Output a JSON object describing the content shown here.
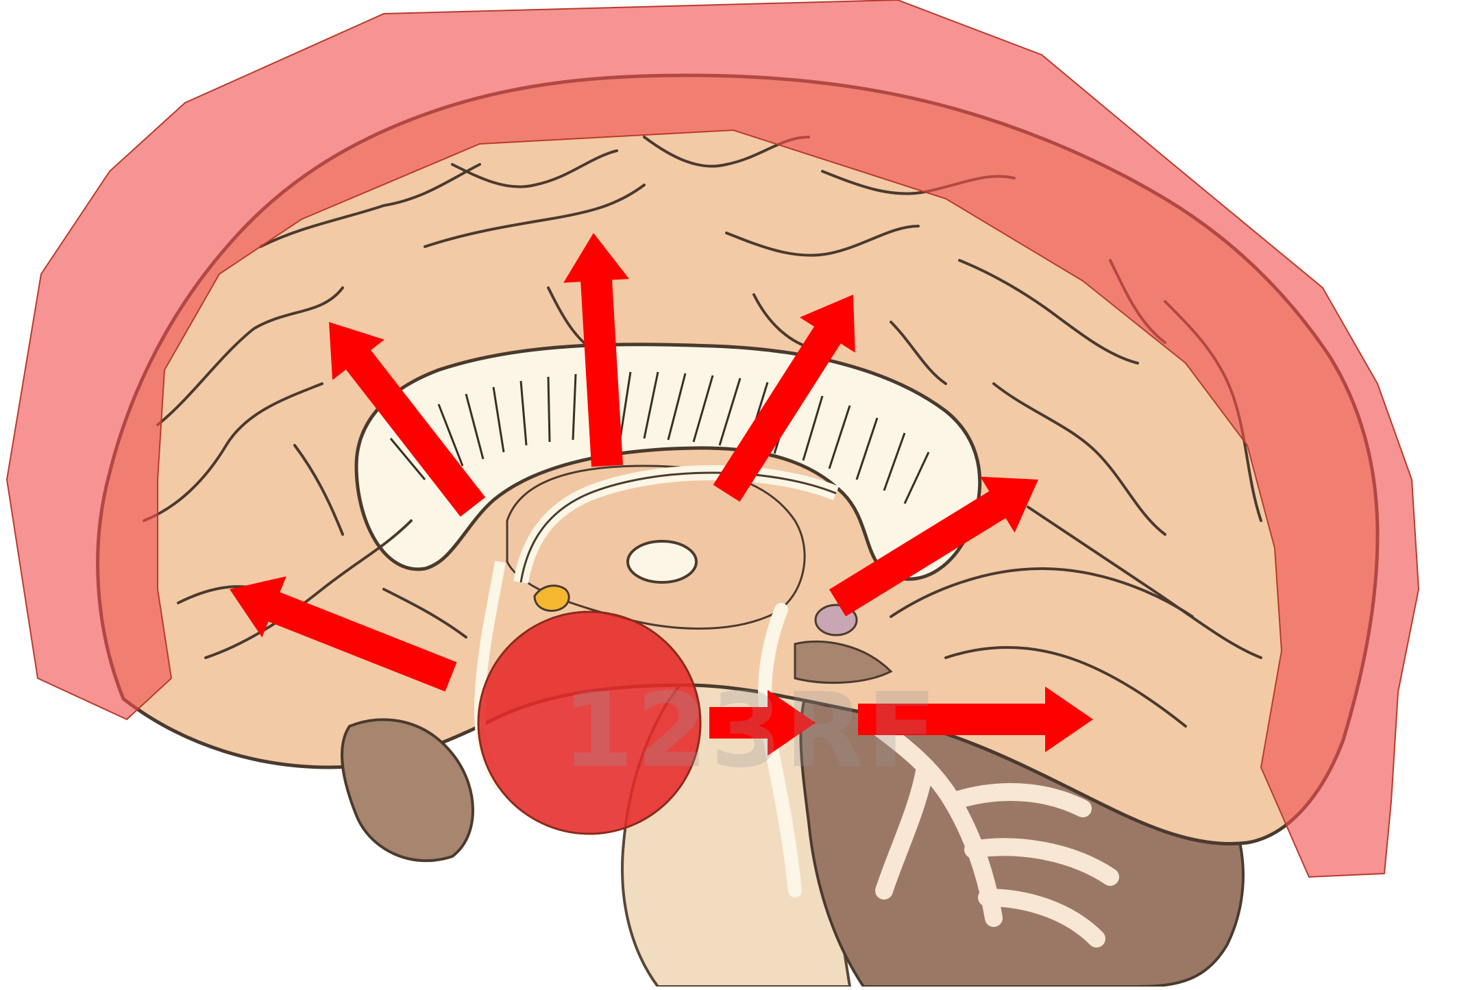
{
  "diagram": {
    "subject": "brain-sagittal-section",
    "watermark_text": "123RF",
    "colors": {
      "background": "#ffffff",
      "cortex_highlight": "#f07a75",
      "cortex_outline": "#c85040",
      "brain_tissue": "#f2caa6",
      "sulci_lines": "#4a3a2e",
      "white_matter": "#fbf6e6",
      "brainstem": "#f2dcc0",
      "cerebellum": "#9b7866",
      "hub_circle": "#e62a2a",
      "arrows": "#ff0000"
    },
    "elements": {
      "hub": "thalamus-hub-circle",
      "arrow_count": 7,
      "arrow_icon": "arrow-icon"
    }
  }
}
